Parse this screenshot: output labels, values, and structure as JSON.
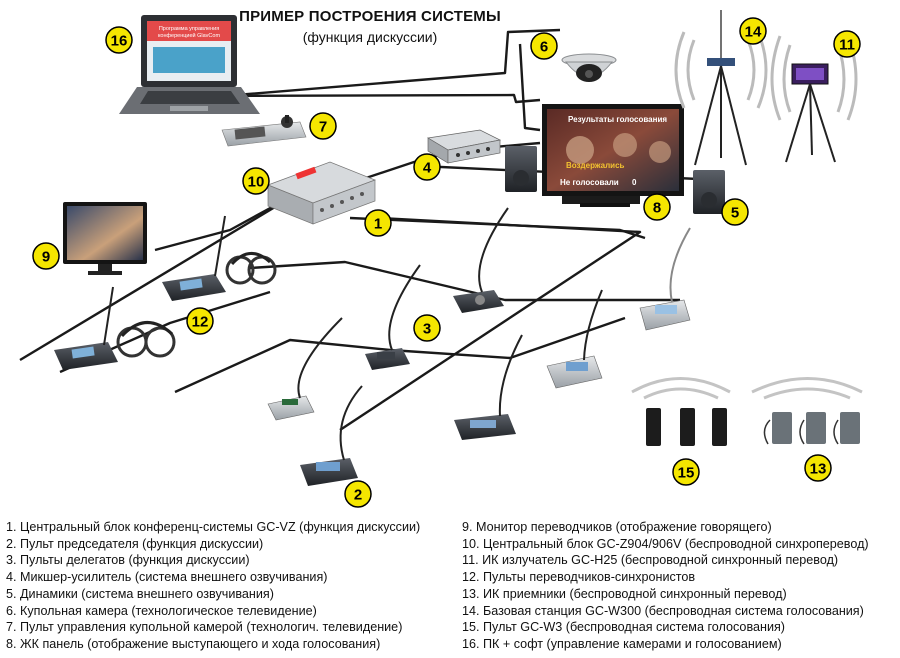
{
  "header": {
    "title": "ПРИМЕР ПОСТРОЕНИЯ СИСТЕМЫ",
    "subtitle": "(функция дискуссии)"
  },
  "badges": [
    "16",
    "6",
    "14",
    "11",
    "7",
    "4",
    "10",
    "1",
    "8",
    "5",
    "9",
    "12",
    "3",
    "15",
    "13",
    "2"
  ],
  "screen_texts": {
    "laptop_line1": "Программа управления",
    "laptop_line2": "конференцией GlavCom",
    "tv_line1": "Результаты голосования",
    "tv_line2": "Воздержались",
    "tv_line3": "Не голосовали",
    "tv_value": "0"
  },
  "legend_left": [
    "1. Центральный блок конференц-системы GC-VZ (функция дискуссии)",
    "2. Пульт председателя (функция дискуссии)",
    "3. Пульты делегатов (функция дискуссии)",
    "4. Микшер-усилитель (система внешнего озвучивания)",
    "5. Динамики (система внешнего озвучивания)",
    "6. Купольная камера (технологическое телевидение)",
    "7. Пульт управления купольной камерой (технологич. телевидение)",
    "8. ЖК панель (отображение выступающего и хода голосования)"
  ],
  "legend_right": [
    "9. Монитор переводчиков (отображение говорящего)",
    "10. Центральный блок GC-Z904/906V (беспроводной синхроперевод)",
    "11. ИК излучатель GC-H25 (беспроводной синхронный перевод)",
    "12. Пульты переводчиков-синхронистов",
    "13. ИК приемники (беспроводной синхронный перевод)",
    "14. Базовая станция GC-W300 (беспроводная система голосования)",
    "15. Пульт GC-W3 (беспроводная система голосования)",
    "16. ПК + софт (управление камерами и голосованием)"
  ]
}
